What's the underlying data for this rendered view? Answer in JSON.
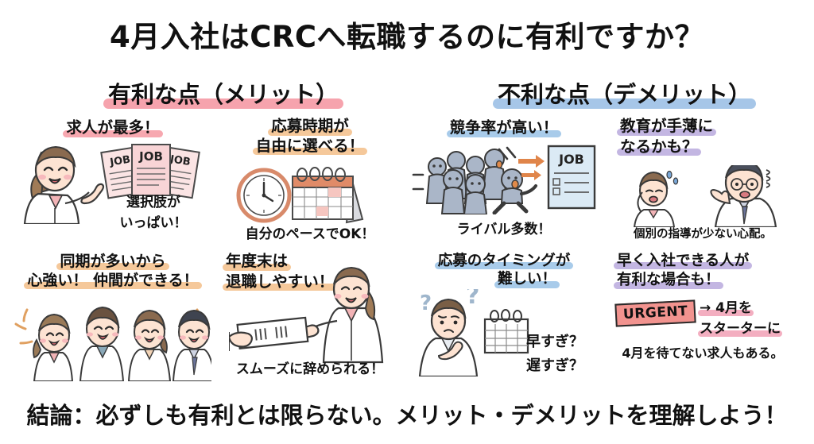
{
  "title": "4月入社はCRCへ転職するのに有利ですか？",
  "columns": {
    "merit": {
      "label": "有利な点（メリット）",
      "highlight_color": "#f6a3ad"
    },
    "demerit": {
      "label": "不利な点（デメリット）",
      "highlight_color": "#a6c6e8"
    }
  },
  "cells": [
    {
      "id": "merit-1",
      "headline_lines": [
        "求人が最多！"
      ],
      "highlight_color": "#f7a8b0",
      "caption_lines": [
        "選択肢が",
        "いっぱい！"
      ],
      "illustration": "woman-pointing-at-job-postings",
      "job_paper_labels": [
        "JOB",
        "JOB",
        "JOB"
      ]
    },
    {
      "id": "merit-2",
      "headline_lines": [
        "応募時期が",
        "自由に選べる！"
      ],
      "highlight_color": "#f5c89a",
      "caption_lines": [
        "自分のペースでOK！"
      ],
      "illustration": "clock-and-desk-calendar"
    },
    {
      "id": "demerit-1",
      "headline_lines": [
        "競争率が高い！"
      ],
      "highlight_color": "#a8cbea",
      "caption_lines": [
        "ライバル多数！"
      ],
      "illustration": "crowd-rushing-to-job-poster",
      "poster_label": "JOB"
    },
    {
      "id": "demerit-2",
      "headline_lines": [
        "教育が手薄に",
        "なるかも？"
      ],
      "highlight_color": "#c3b6e2",
      "caption_lines": [
        "個別の指導が少ない心配。"
      ],
      "illustration": "two-worried-staff"
    },
    {
      "id": "merit-3",
      "headline_lines": [
        "同期が多いから",
        "心強い！ 仲間ができる！"
      ],
      "highlight_color": "#f5c89a",
      "caption_lines": [],
      "illustration": "four-smiling-colleagues"
    },
    {
      "id": "merit-4",
      "headline_lines": [
        "年度末は",
        "退職しやすい！"
      ],
      "highlight_color": "#f5c89a",
      "caption_lines": [
        "スムーズに辞められる！"
      ],
      "illustration": "handing-resignation-envelope"
    },
    {
      "id": "demerit-3",
      "headline_lines": [
        "応募のタイミングが",
        "難しい！"
      ],
      "highlight_color": "#a8cbea",
      "caption_lines": [],
      "side_lines": [
        "早すぎ？",
        "遅すぎ？"
      ],
      "question_marks": [
        "?",
        "?"
      ],
      "illustration": "puzzled-person-with-calendar"
    },
    {
      "id": "demerit-4",
      "headline_lines": [
        "早く入社できる人が",
        "有利な場合も！"
      ],
      "highlight_color": "#c3b6e2",
      "badge_label": "URGENT",
      "badge_color": "#f2938f",
      "arrow_lines": [
        "→ 4月を",
        "スターターに"
      ],
      "caption_lines": [
        "4月を待てない求人もある。"
      ],
      "illustration": "urgent-badge"
    }
  ],
  "conclusion": "結論：必ずしも有利とは限らない。メリット・デメリットを理解しよう！"
}
